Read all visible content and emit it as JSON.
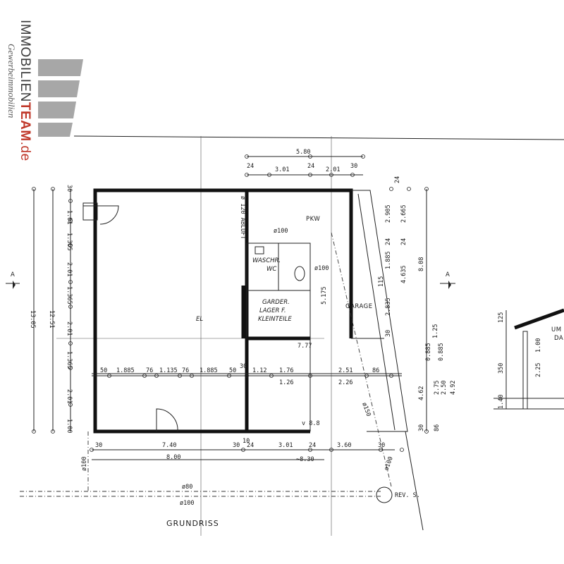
{
  "logo": {
    "brand_prefix": "IMMOBILIEN",
    "brand_bold": "TEAM",
    "brand_suffix": ".de",
    "tagline": "Gewerbeimmobilien",
    "bar_color": "#a7a7a7",
    "accent_color": "#c0392b"
  },
  "plan": {
    "title": "GRUNDRISS",
    "section_marker": "A",
    "rooms": {
      "pkw": "PKW",
      "garage": "GARAGE",
      "waschr": "WASCHR.",
      "wc": "WC",
      "garder_1": "GARDER.",
      "garder_2": "LAGER F.",
      "garder_3": "KLEINTEILE",
      "el": "EL",
      "abluft": "ø 120 ABLUFT",
      "rev": "REV. S."
    },
    "top_dims": {
      "total": "5.80",
      "w1": "3.01",
      "w2": "2.01",
      "t1": "24",
      "t2": "24",
      "t3": "30"
    },
    "left_dims": {
      "outer": "13.05",
      "inner": "12.51",
      "s1": "1.01",
      "s2": "1.365",
      "s3": "2.01",
      "s4": "1.365",
      "s5": "2.01",
      "s6": "1.365",
      "s7": "2.01",
      "s8": "1.00",
      "s9": "30"
    },
    "mid_dims": {
      "d1": "50",
      "d2": "1.885",
      "d3": "76",
      "d4": "1.135",
      "d5": "76",
      "d6": "1.885",
      "d7": "50",
      "d8": "1.12",
      "d9": "1.76",
      "d10": "1.26",
      "d11": "2.51",
      "d12": "2.26",
      "d13": "86",
      "d14": "30"
    },
    "bottom_dims": {
      "b1": "30",
      "b2": "7.40",
      "b3": "30",
      "b4": "10",
      "b5": "24",
      "b6": "3.01",
      "b7": "24",
      "b8": "3.60",
      "b9": "30",
      "total1": "8.00",
      "total2": "~8.30",
      "floor": "7.77",
      "floor2": "v 8.8"
    },
    "right_dims": {
      "r1": "24",
      "r2": "2.905",
      "r3": "2.665",
      "r4": "24",
      "r5": "24",
      "r6": "1.885",
      "r7": "4.635",
      "r8": "8.08",
      "r9": "115",
      "r10": "2.835",
      "r11": "5.175",
      "r12": "30",
      "r13": "1.25",
      "r14": "0.885",
      "r15": "0.885",
      "r16": "4.62",
      "r17": "2.75",
      "r18": "2.50",
      "r19": "4.92",
      "r20": "30",
      "r21": "86"
    },
    "pipes": {
      "p1": "ø100",
      "p2": "ø100",
      "p3": "ø150",
      "p4": "ø100",
      "p5": "ø100",
      "p6": "ø80",
      "p7": "ø100"
    },
    "section_detail": {
      "d1": "125",
      "d2": "1.00",
      "d3": "350",
      "d4": "2.25",
      "d5": "1.40",
      "label_1": "UM",
      "label_2": "DA"
    }
  }
}
